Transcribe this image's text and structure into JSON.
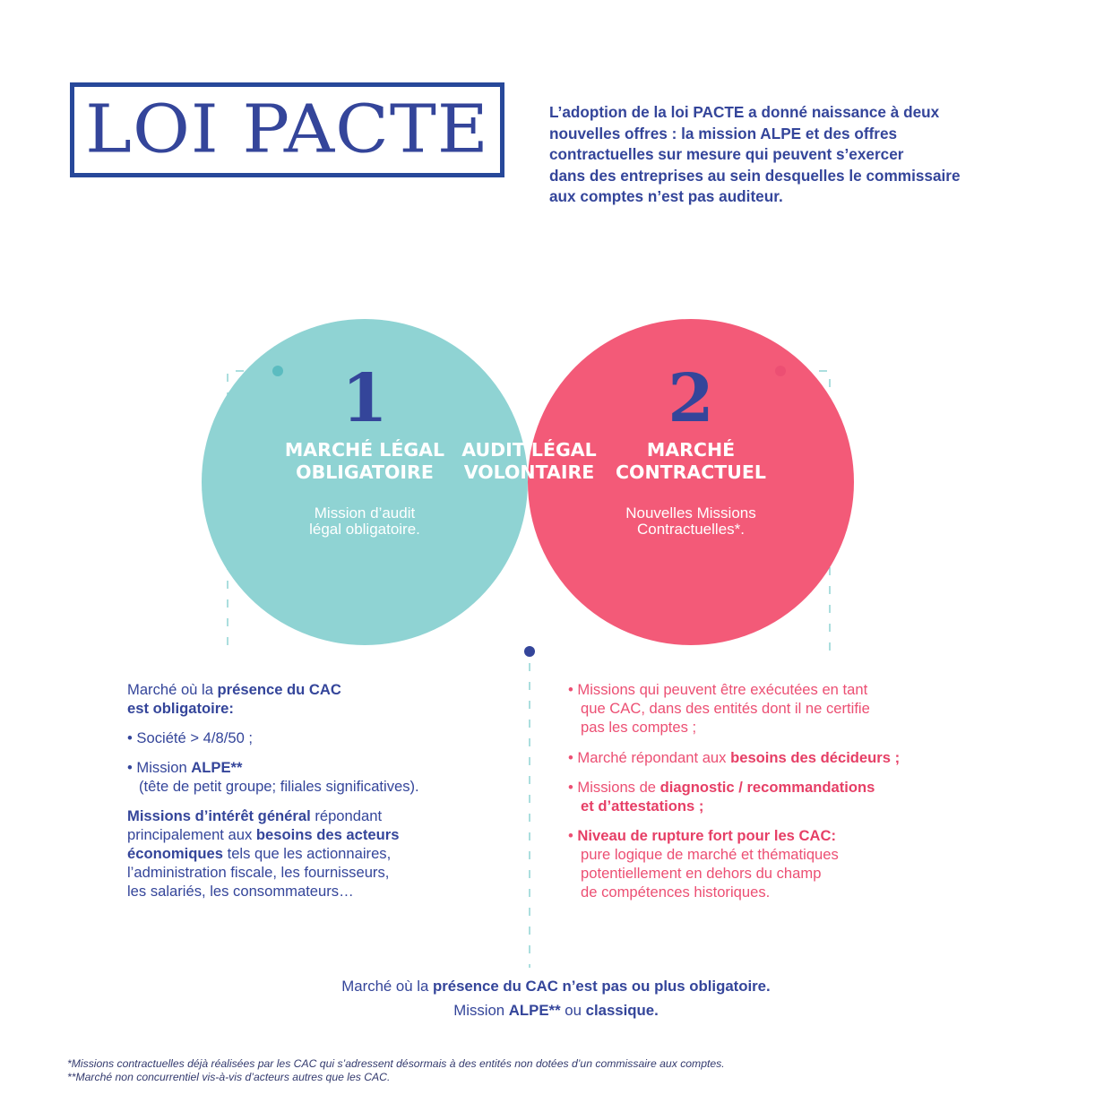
{
  "title": "LOI PACTE",
  "intro_lines": [
    "L’adoption de la loi PACTE a donné naissance à deux",
    "nouvelles offres : la mission ALPE et des offres",
    "contractuelles sur mesure qui peuvent s’exercer",
    "dans des entreprises au sein desquelles le commissaire",
    "aux comptes n’est pas auditeur."
  ],
  "colors": {
    "navy": "#34459a",
    "teal": "#8fd3d3",
    "pink": "#f35a78",
    "overlap": "#3c4899",
    "pink_text": "#ec4f73"
  },
  "left_circle": {
    "number": "1",
    "heading_1": "MARCHÉ LÉGAL",
    "heading_2": "OBLIGATOIRE",
    "sub_1": "Mission d’audit",
    "sub_2": "légal obligatoire."
  },
  "center": {
    "heading_1": "AUDIT LÉGAL",
    "heading_2": "VOLONTAIRE"
  },
  "right_circle": {
    "number": "2",
    "heading_1": "MARCHÉ",
    "heading_2": "CONTRACTUEL",
    "sub_1": "Nouvelles Missions",
    "sub_2": "Contractuelles*."
  },
  "left_text": {
    "p1_a": "Marché où la ",
    "p1_b": "présence du CAC",
    "p1_c": "est obligatoire:",
    "b1": "• Société > 4/8/50 ;",
    "b2_a": "• Mission ",
    "b2_b": "ALPE**",
    "b2_c": "(tête de petit groupe; filiales significatives).",
    "p2_a": "Missions d’intérêt général",
    "p2_b": " répondant",
    "p2_c": "principalement aux ",
    "p2_d": "besoins des acteurs",
    "p2_e": "économiques",
    "p2_f": " tels que les actionnaires,",
    "p2_g": "l’administration fiscale, les fournisseurs,",
    "p2_h": "les salariés, les consommateurs…"
  },
  "right_text": {
    "b1_a": "• Missions qui peuvent être exécutées en tant",
    "b1_b": "que CAC, dans des entités dont il ne certifie",
    "b1_c": "pas les comptes ;",
    "b2_a": "• Marché répondant aux ",
    "b2_b": "besoins des décideurs ;",
    "b3_a": "• Missions de ",
    "b3_b": "diagnostic / recommandations",
    "b3_c": "et d’attestations ;",
    "b4_a": "• ",
    "b4_b": "Niveau de rupture fort pour les CAC:",
    "b4_c": "pure logique de marché et thématiques",
    "b4_d": "potentiellement en dehors du champ",
    "b4_e": "de compétences historiques."
  },
  "bottom_text": {
    "l1_a": "Marché où la ",
    "l1_b": "présence du CAC n’est pas ou plus obligatoire.",
    "l2_a": "Mission ",
    "l2_b": "ALPE**",
    "l2_c": " ou ",
    "l2_d": "classique."
  },
  "footnotes": [
    "*Missions contractuelles déjà réalisées par les CAC qui s’adressent désormais à des entités non dotées d’un commissaire aux comptes.",
    "**Marché non concurrentiel vis-à-vis d’acteurs autres que les CAC."
  ]
}
